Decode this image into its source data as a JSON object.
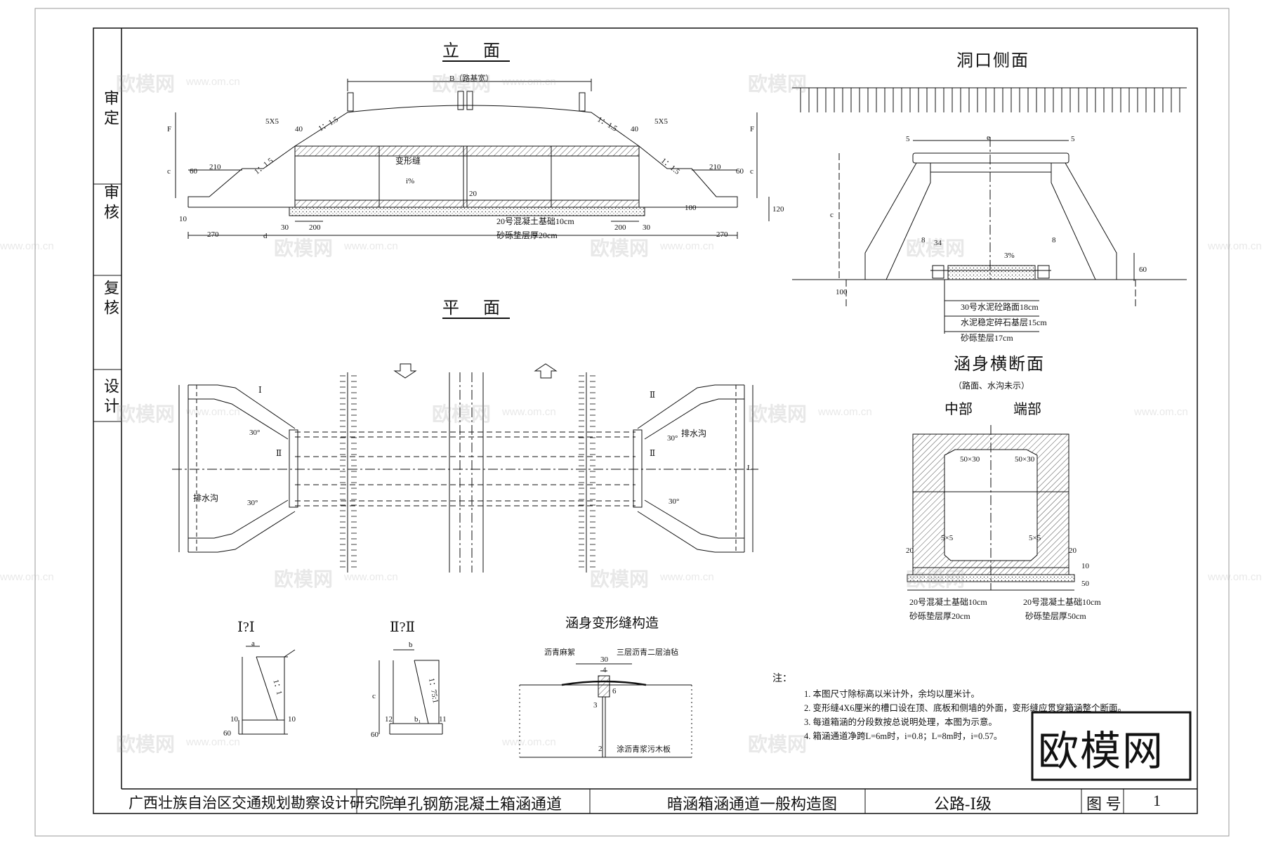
{
  "sidebar": {
    "approve": "审定",
    "review": "审核",
    "recheck": "复核",
    "design": "设计"
  },
  "elevation": {
    "title": "立  面",
    "width_label": "B（路基宽）",
    "deform_joint": "变形缝",
    "slope_label": "i%",
    "slope_ratio_1": "1：1.5",
    "slope_ratio_2": "1：1.5",
    "base_note_1": "20号混凝土基础10cm",
    "base_note_2": "砂砾垫层厚20cm",
    "dims": {
      "d210": "210",
      "d60": "60",
      "d270": "270",
      "d30": "30",
      "d200": "200",
      "d40": "40",
      "d5x5": "5X5",
      "d_d": "d",
      "d_c": "c",
      "d_f": "F",
      "d20": "20",
      "d100": "100",
      "d120": "120",
      "d10": "10"
    }
  },
  "plan": {
    "title": "平  面",
    "drain": "排水沟",
    "angle": "30°",
    "sec1": "Ⅰ",
    "sec2": "Ⅱ",
    "span_L": "L"
  },
  "portal_side": {
    "title": "洞口侧面",
    "layer_1": "30号水泥砼路面18cm",
    "layer_2": "水泥稳定碎石基层15cm",
    "layer_3": "砂砾垫层17cm",
    "d_c": "c",
    "d_e": "e",
    "d_5": "5",
    "d_8": "8",
    "d_34": "34",
    "d_100": "100",
    "d_60": "60",
    "slope": "3%"
  },
  "cross_section": {
    "title": "涵身横断面",
    "subtitle": "（路面、水沟未示）",
    "middle": "中部",
    "end": "端部",
    "chamfer_1": "50×30",
    "chamfer_2": "50×30",
    "chamfer_3": "5×5",
    "chamfer_4": "5×5",
    "base_left_1": "20号混凝土基础10cm",
    "base_left_2": "砂砾垫层厚20cm",
    "base_right_1": "20号混凝土基础10cm",
    "base_right_2": "砂砾垫层厚50cm",
    "d20": "20",
    "d10": "10",
    "d50": "50"
  },
  "section_1": {
    "title": "Ⅰ?Ⅰ",
    "d_a": "a",
    "d_10": "10",
    "d_60": "60",
    "ratio": "1：1"
  },
  "section_2": {
    "title": "Ⅱ?Ⅱ",
    "d_b": "b",
    "d_b1": "b₁",
    "d_12": "12",
    "d_11": "11",
    "d_c": "c",
    "d_60": "60",
    "ratio": "1：75:1"
  },
  "joint": {
    "title": "涵身变形缝构造",
    "label_1": "沥青麻絮",
    "label_2": "三层沥青二层油毡",
    "label_3": "涂沥青浆污木板",
    "d_30": "30",
    "d_4": "4",
    "d_6": "6",
    "d_3": "3",
    "d_2": "2"
  },
  "notes": {
    "heading": "注：",
    "items": [
      "1. 本图尺寸除标高以米计外，余均以厘米计。",
      "2. 变形缝4X6厘米的槽口设在顶、底板和侧墙的外面，变形缝应贯穿箱涵整个断面。",
      "3. 每道箱涵的分段数按总说明处理，本图为示意。",
      "4. 箱涵通道净跨L=6m时，i=0.8；L=8m时，i=0.57。"
    ]
  },
  "title_block": {
    "org": "广西壮族自治区交通规划勘察设计研究院",
    "project": "单孔钢筋混凝土箱涵通道",
    "drawing": "暗涵箱涵通道一般构造图",
    "grade": "公路-Ⅰ级",
    "no_label": "图  号",
    "no_value": "1"
  },
  "watermark": {
    "brand": "欧模网",
    "url": "www.om.cn",
    "logo": "欧模网"
  }
}
